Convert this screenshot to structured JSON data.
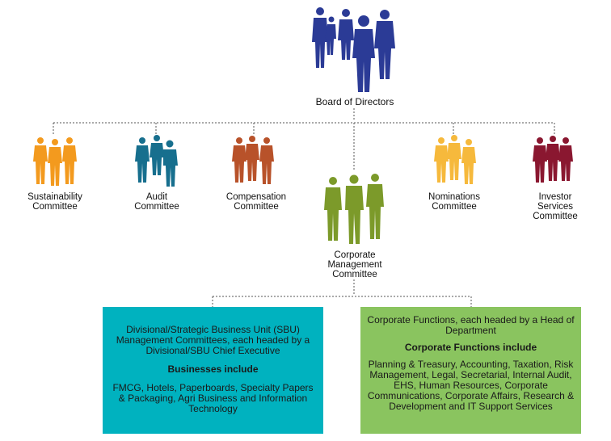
{
  "board": {
    "label": "Board of Directors",
    "color": "#2b3b96"
  },
  "committees": [
    {
      "label": "Sustainability\nCommittee",
      "color": "#f39a1e"
    },
    {
      "label": "Audit\nCommittee",
      "color": "#176f8e"
    },
    {
      "label": "Compensation\nCommittee",
      "color": "#b8522a"
    },
    {
      "label": "Nominations\nCommittee",
      "color": "#f6b93c"
    },
    {
      "label": "Investor\nServices\nCommittee",
      "color": "#8a1730"
    }
  ],
  "cmc": {
    "label": "Corporate\nManagement\nCommittee",
    "color": "#7c9a2a"
  },
  "sbu_box": {
    "text": "Divisional/Strategic Business Unit (SBU) Management Committees, each headed by a Divisional/SBU Chief Executive",
    "heading": "Businesses include",
    "body": "FMCG, Hotels, Paperboards, Specialty Papers & Packaging, Agri Business and Information Technology",
    "color": "#00b2bf"
  },
  "corp_box": {
    "text": "Corporate Functions, each headed by a Head of Department",
    "heading": "Corporate Functions include",
    "body": "Planning & Treasury, Accounting, Taxation, Risk Management, Legal, Secretarial, Internal Audit, EHS, Human Resources, Corporate Communications, Corporate Affairs, Research & Development and IT Support Services",
    "color": "#8ac45f"
  }
}
